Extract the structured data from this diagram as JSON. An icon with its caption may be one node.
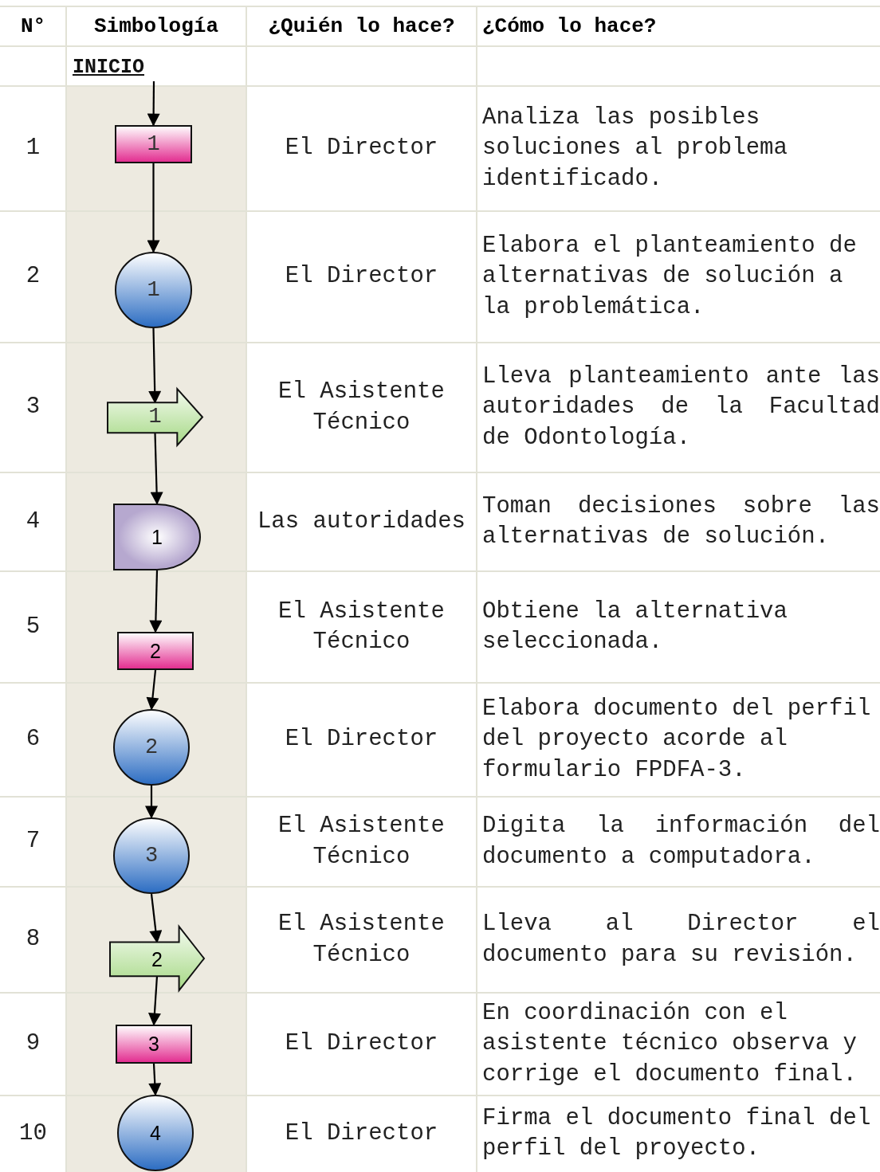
{
  "diagram": {
    "nodes": [
      {
        "text": [
          "INICIO"
        ]
      },
      {
        "text": [
          "1"
        ]
      },
      {
        "text": [
          "1"
        ]
      },
      {
        "text": [
          "1"
        ]
      },
      {
        "text": [
          "1"
        ]
      },
      {
        "text": [
          "2"
        ]
      },
      {
        "text": [
          "2"
        ]
      },
      {
        "text": [
          "3"
        ]
      },
      {
        "text": [
          "2"
        ]
      },
      {
        "text": [
          "3"
        ]
      },
      {
        "text": [
          "4"
        ]
      }
    ],
    "edges": [
      {
        "from": 0,
        "to": 1,
        "arrow": "to"
      },
      {
        "from": 1,
        "to": 2,
        "arrow": "to"
      },
      {
        "from": 2,
        "to": 3,
        "arrow": "to"
      },
      {
        "from": 3,
        "to": 4,
        "arrow": "to"
      },
      {
        "from": 4,
        "to": 5,
        "arrow": "to"
      },
      {
        "from": 5,
        "to": 6,
        "arrow": "to"
      },
      {
        "from": 6,
        "to": 7,
        "arrow": "to"
      },
      {
        "from": 7,
        "to": 8,
        "arrow": "to"
      },
      {
        "from": 8,
        "to": 9,
        "arrow": "to"
      },
      {
        "from": 9,
        "to": 10,
        "arrow": "to"
      }
    ],
    "labels": [
      "N°",
      "Simbología",
      "¿Quién lo hace?",
      "¿Cómo lo hace?",
      "1",
      "El Director",
      "Analiza las posibles soluciones al problema identificado.",
      "2",
      "El Director",
      "Elabora el planteamiento de alternativas de solución a la problemática.",
      "3",
      "El Asistente Técnico",
      "Lleva planteamiento ante las autoridades de la Facultad de Odontología.",
      "4",
      "Las autoridades",
      "Toman decisiones sobre las alternativas de solución.",
      "5",
      "El Asistente Técnico",
      "Obtiene la alternativa seleccionada.",
      "6",
      "El Director",
      "Elabora documento del perfil del proyecto acorde al formulario FPDFA-3.",
      "7",
      "El Asistente Técnico",
      "Digita la información del documento a computadora.",
      "8",
      "El Asistente Técnico",
      "Lleva al Director el documento para su revisión.",
      "9",
      "El Director",
      "En coordinación con el asistente técnico observa y corrige el documento final.",
      "10",
      "El Director",
      "Firma el documento final del perfil del proyecto."
    ]
  }
}
